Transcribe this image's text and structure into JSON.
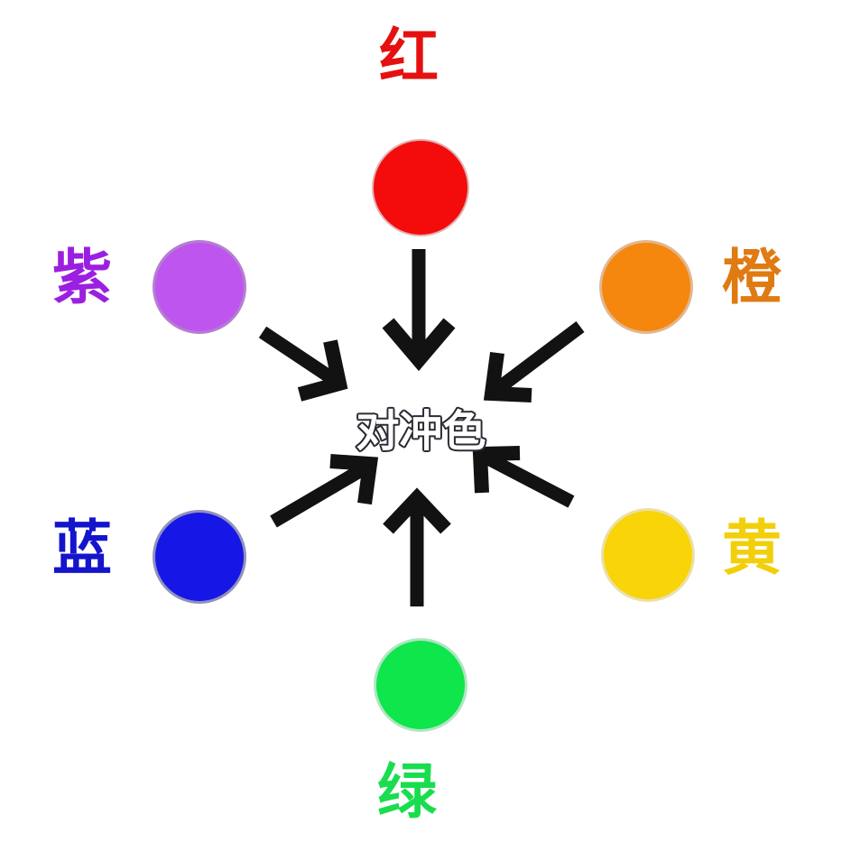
{
  "diagram": {
    "title_text": "对冲色",
    "center": {
      "label": "对冲色",
      "text_color": "#ffffff",
      "outline_color": "#2b2b35"
    },
    "nodes": [
      {
        "id": "red",
        "label": "红",
        "color": "#f40c0c",
        "label_color": "#e51010",
        "position": "top"
      },
      {
        "id": "purple",
        "label": "紫",
        "color": "#bf55ef",
        "label_color": "#9b1fe0",
        "position": "upper-left"
      },
      {
        "id": "orange",
        "label": "橙",
        "color": "#f5870f",
        "label_color": "#e07a12",
        "position": "upper-right"
      },
      {
        "id": "blue",
        "label": "蓝",
        "color": "#1616e6",
        "label_color": "#1414cc",
        "position": "lower-left"
      },
      {
        "id": "yellow",
        "label": "黄",
        "color": "#f8d409",
        "label_color": "#f2cf0a",
        "position": "lower-right"
      },
      {
        "id": "green",
        "label": "绿",
        "color": "#0ee64b",
        "label_color": "#19dd4e",
        "position": "bottom"
      }
    ],
    "arrows": [
      {
        "from": "red",
        "to": "center",
        "direction": "down"
      },
      {
        "from": "purple",
        "to": "center",
        "direction": "down-right"
      },
      {
        "from": "orange",
        "to": "center",
        "direction": "down-left"
      },
      {
        "from": "blue",
        "to": "center",
        "direction": "up-right"
      },
      {
        "from": "yellow",
        "to": "center",
        "direction": "up-left"
      },
      {
        "from": "green",
        "to": "center",
        "direction": "up"
      }
    ],
    "arrow_color": "#121212",
    "background_color": "#ffffff"
  }
}
